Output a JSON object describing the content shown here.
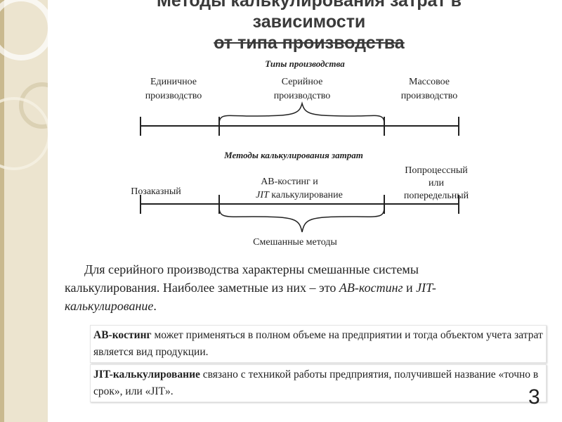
{
  "title": {
    "line1": "Методы калькулирования затрат в",
    "line2": "зависимости",
    "line3": "от типа производства"
  },
  "diagram": {
    "top_heading": "Типы производства",
    "top_labels": {
      "unit_1": "Единичное",
      "unit_2": "производство",
      "serial_1": "Серийное",
      "serial_2": "производство",
      "mass_1": "Массовое",
      "mass_2": "производство"
    },
    "bottom_heading": "Методы калькулирования затрат",
    "bottom_labels": {
      "job_order": "Позаказный",
      "ab_1": "АВ-костинг и",
      "ab_2_italic": "JIT",
      "ab_2_rest": " калькулирование",
      "process_1": "Попроцессный",
      "process_2": "или",
      "process_3": "попередельный"
    },
    "mixed_methods": "Смешанные методы"
  },
  "paragraph": {
    "part1": "Для серийного производства характерны смешанные системы калькулирования. Наиболее заметные из них – это ",
    "ab_costing": "АВ-костинг",
    "part2": " и ",
    "jit": "JIT-калькулирование",
    "part3": "."
  },
  "box1": {
    "term": "АВ-костинг",
    "text": " может применяться в полном объеме на предприятии и тогда объектом учета затрат является вид продукции."
  },
  "box2": {
    "term": "JIT-калькулирование",
    "text": " связано с техникой работы предприятия, получившей название «точно в срок», или «JIT»."
  },
  "page_number": "3"
}
